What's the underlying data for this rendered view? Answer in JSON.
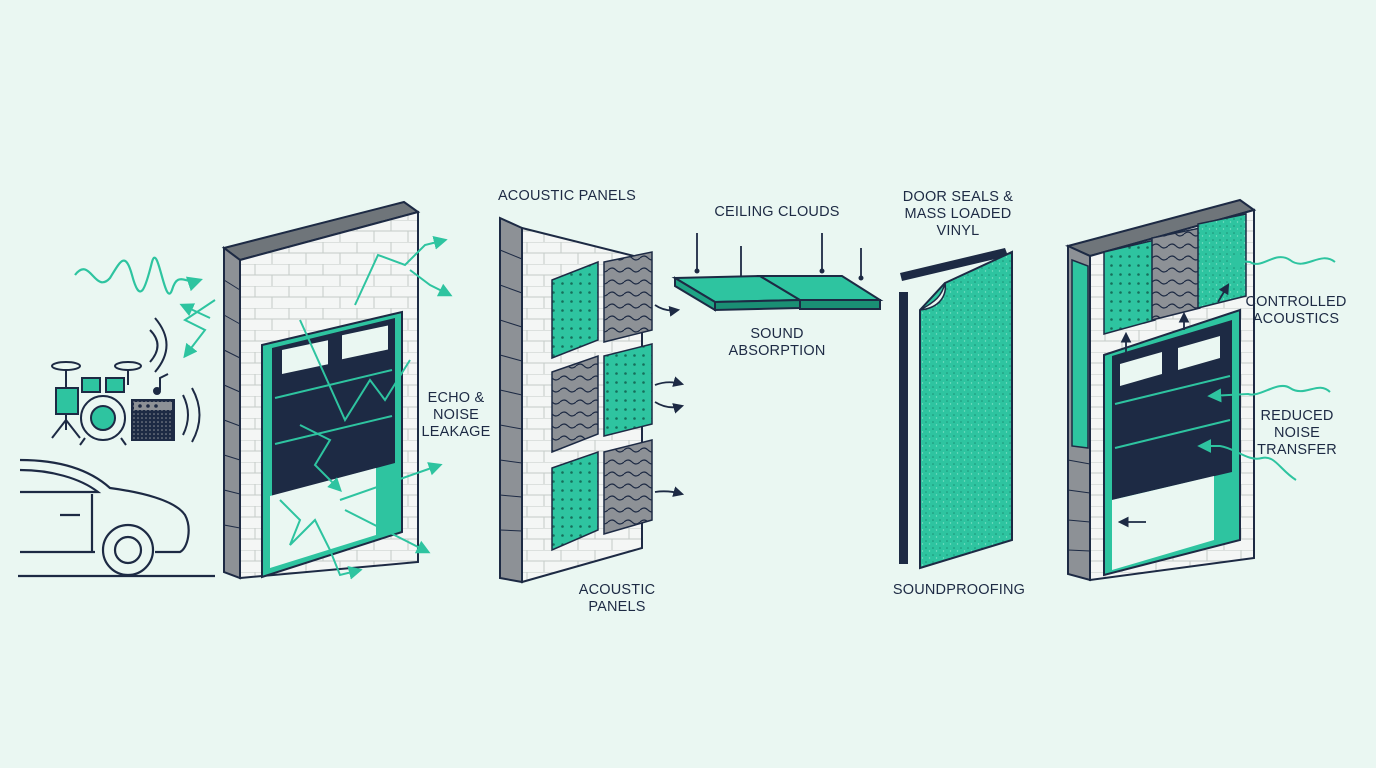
{
  "labels": {
    "echo": [
      "ECHO &",
      "NOISE",
      "LEAKAGE"
    ],
    "acoustic_panels_top": [
      "ACOUSTIC PANELS"
    ],
    "acoustic_panels_bottom": [
      "ACOUSTIC",
      "PANELS"
    ],
    "ceiling_clouds": [
      "CEILING CLOUDS"
    ],
    "sound_absorption": [
      "SOUND",
      "ABSORPTION"
    ],
    "door_seals": [
      "DOOR SEALS &",
      "MASS LOADED",
      "VINYL"
    ],
    "soundproofing": [
      "SOUNDPROOFING"
    ],
    "controlled": [
      "CONTROLLED",
      "ACOUSTICS"
    ],
    "reduced": [
      "REDUCED",
      "NOISE",
      "TRANSFER"
    ]
  },
  "colors": {
    "background": "#eaf7f2",
    "teal": "#2ec4a0",
    "navy": "#1d2a44",
    "wall_gray": "#8d9196",
    "wall_light": "#f4f6f5"
  },
  "icons": [
    "sound-wave-icon",
    "drum-kit-icon",
    "amplifier-icon",
    "music-note-icon",
    "car-icon",
    "garage-door-icon",
    "acoustic-panel-icon",
    "ceiling-cloud-icon",
    "vinyl-sheet-icon",
    "door-seal-icon",
    "arrow-icon"
  ]
}
